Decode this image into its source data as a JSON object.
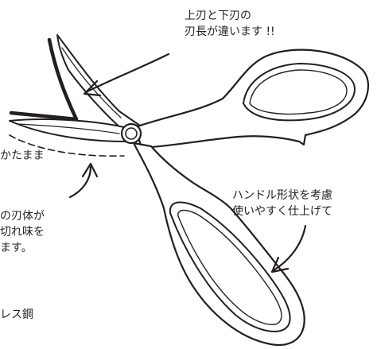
{
  "colors": {
    "ink": "#231f20",
    "paper": "#ffffff"
  },
  "notes": {
    "blade_length": {
      "lines": [
        "上刃と下刃の",
        "刃長が違います !!"
      ]
    },
    "left_clipped": {
      "lines": [
        "かたまま",
        "の刃体が",
        "切れ味を",
        "ます。"
      ]
    },
    "handle_shape": {
      "lines": [
        "ハンドル形状を考慮",
        "使いやすく仕上げて"
      ]
    },
    "material": {
      "lines": [
        "レス鋼"
      ]
    }
  }
}
